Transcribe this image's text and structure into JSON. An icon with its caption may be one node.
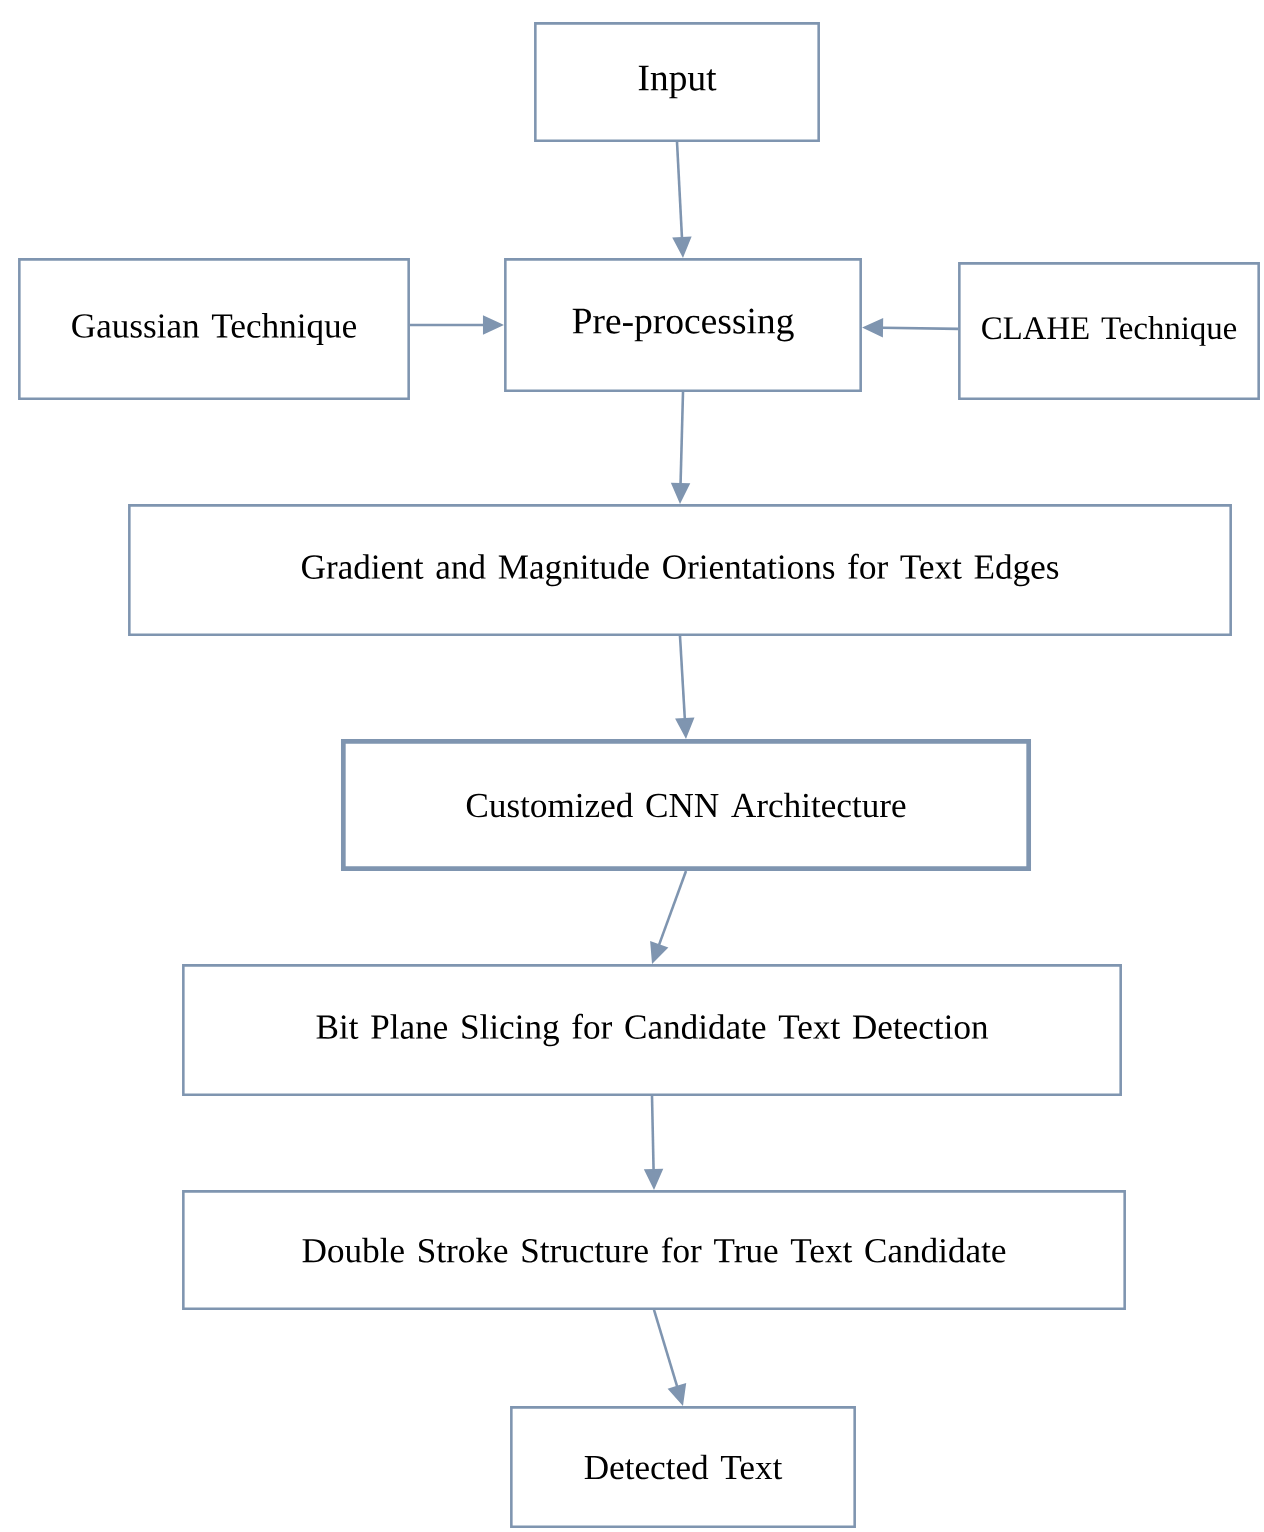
{
  "diagram": {
    "nodes": [
      {
        "text": [
          "Input"
        ]
      },
      {
        "text": [
          "Gaussian Technique"
        ]
      },
      {
        "text": [
          "Pre-processing"
        ]
      },
      {
        "text": [
          "CLAHE Technique"
        ]
      },
      {
        "text": [
          "Gradient and Magnitude Orientations for Text Edges"
        ]
      },
      {
        "text": [
          "Customized CNN Architecture"
        ]
      },
      {
        "text": [
          "Bit Plane Slicing for Candidate Text Detection"
        ]
      },
      {
        "text": [
          "Double Stroke Structure for True Text Candidate"
        ]
      },
      {
        "text": [
          "Detected Text"
        ]
      }
    ],
    "edges": [
      {
        "from": 0,
        "to": 2,
        "arrow": "to"
      },
      {
        "from": 1,
        "to": 2,
        "arrow": "to"
      },
      {
        "from": 3,
        "to": 2,
        "arrow": "to"
      },
      {
        "from": 2,
        "to": 4,
        "arrow": "to"
      },
      {
        "from": 4,
        "to": 5,
        "arrow": "to"
      },
      {
        "from": 5,
        "to": 6,
        "arrow": "to"
      },
      {
        "from": 6,
        "to": 7,
        "arrow": "to"
      },
      {
        "from": 7,
        "to": 8,
        "arrow": "to"
      }
    ]
  }
}
